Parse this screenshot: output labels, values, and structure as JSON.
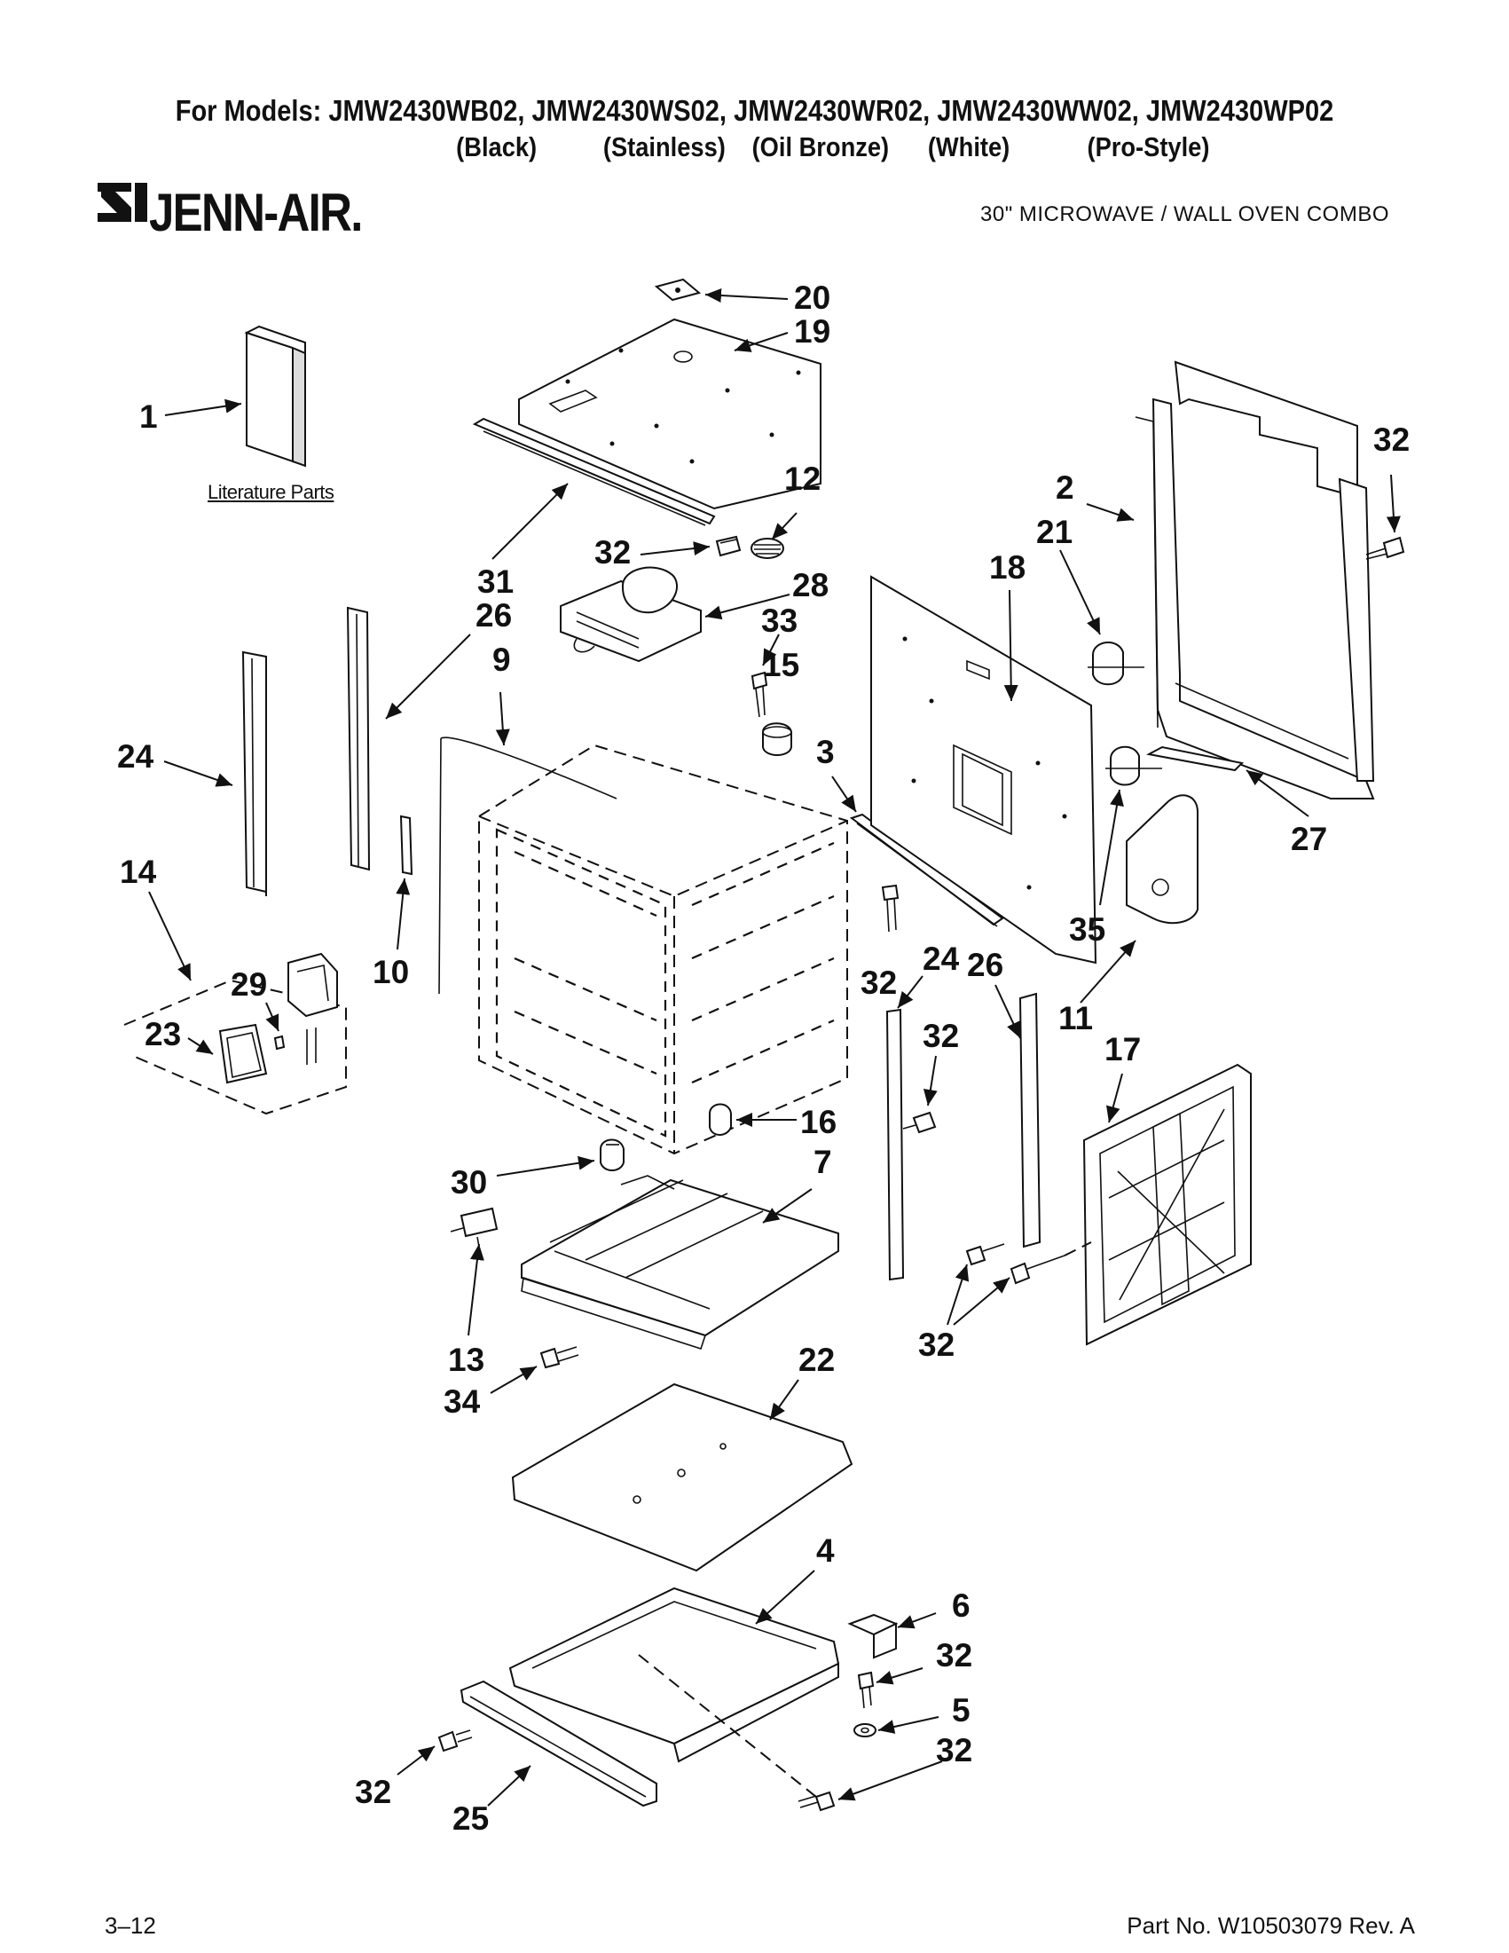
{
  "header": {
    "models_line": "For Models: JMW2430WB02, JMW2430WS02, JMW2430WR02, JMW2430WW02, JMW2430WP02",
    "finishes": [
      "(Black)",
      "(Stainless)",
      "(Oil Bronze)",
      "(White)",
      "(Pro-Style)"
    ],
    "brand": "JENN-AIR.",
    "subtitle": "30\" MICROWAVE / WALL OVEN COMBO"
  },
  "literature_label": "Literature Parts",
  "callouts": [
    "1",
    "20",
    "19",
    "12",
    "32",
    "31",
    "26",
    "28",
    "33",
    "15",
    "9",
    "24",
    "3",
    "18",
    "21",
    "2",
    "32",
    "27",
    "35",
    "11",
    "14",
    "29",
    "10",
    "23",
    "16",
    "30",
    "7",
    "24",
    "32",
    "26",
    "32",
    "17",
    "13",
    "34",
    "32",
    "22",
    "4",
    "6",
    "32",
    "5",
    "32",
    "32",
    "25",
    "32"
  ],
  "footer": {
    "page": "3–12",
    "part_no": "Part No. W10503079 Rev. A"
  }
}
